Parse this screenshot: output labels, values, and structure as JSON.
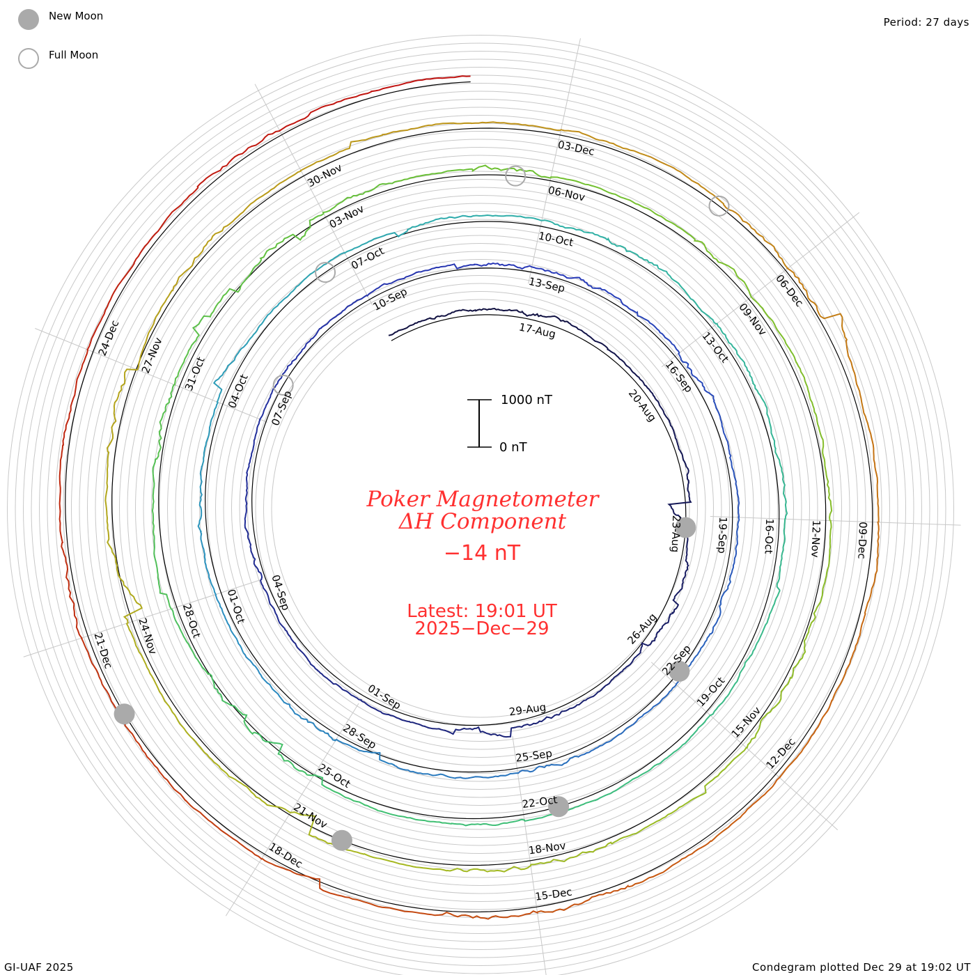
{
  "legend": {
    "new_moon": {
      "label": "New Moon",
      "color": "#aaaaaa"
    },
    "full_moon": {
      "label": "Full Moon",
      "color": "#aaaaaa"
    }
  },
  "period_label": "Period: 27 days",
  "footer_left": "GI-UAF 2025",
  "footer_right": "Condegram plotted Dec 29 at 19:02 UT",
  "chart_data": {
    "type": "line",
    "subtype": "condegram-spiral",
    "title_line1": "Poker Magnetometer",
    "title_line2": "ΔH Component",
    "current_value": "−14 nT",
    "latest_line1": "Latest: 19:01 UT",
    "latest_line2": "2025−Dec−29",
    "period_days": 27,
    "start_date": "2025-08-14",
    "end_date": "2025-12-29",
    "scale_bar": {
      "top_label": "1000 nT",
      "bottom_label": "0 nT",
      "top_value": 1000,
      "bottom_value": 0
    },
    "series_color_stops": [
      {
        "day": 0,
        "color": "#101040"
      },
      {
        "day": 27,
        "color": "#2838b8"
      },
      {
        "day": 45,
        "color": "#2a90c0"
      },
      {
        "day": 54,
        "color": "#30b0a8"
      },
      {
        "day": 68,
        "color": "#40c070"
      },
      {
        "day": 81,
        "color": "#70c030"
      },
      {
        "day": 95,
        "color": "#a8b820"
      },
      {
        "day": 108,
        "color": "#c09018"
      },
      {
        "day": 117,
        "color": "#c86010"
      },
      {
        "day": 126,
        "color": "#c03010"
      },
      {
        "day": 134,
        "color": "#c01010"
      }
    ],
    "date_labels": [
      {
        "day": 0,
        "label": "17-Aug"
      },
      {
        "day": 3,
        "label": "20-Aug"
      },
      {
        "day": 6,
        "label": "23-Aug"
      },
      {
        "day": 9,
        "label": "26-Aug"
      },
      {
        "day": 12,
        "label": "29-Aug"
      },
      {
        "day": 15,
        "label": "01-Sep"
      },
      {
        "day": 18,
        "label": "04-Sep"
      },
      {
        "day": 21,
        "label": "07-Sep"
      },
      {
        "day": 24,
        "label": "10-Sep"
      },
      {
        "day": 27,
        "label": "13-Sep"
      },
      {
        "day": 30,
        "label": "16-Sep"
      },
      {
        "day": 33,
        "label": "19-Sep"
      },
      {
        "day": 36,
        "label": "22-Sep"
      },
      {
        "day": 39,
        "label": "25-Sep"
      },
      {
        "day": 42,
        "label": "28-Sep"
      },
      {
        "day": 45,
        "label": "01-Oct"
      },
      {
        "day": 48,
        "label": "04-Oct"
      },
      {
        "day": 51,
        "label": "07-Oct"
      },
      {
        "day": 54,
        "label": "10-Oct"
      },
      {
        "day": 57,
        "label": "13-Oct"
      },
      {
        "day": 60,
        "label": "16-Oct"
      },
      {
        "day": 63,
        "label": "19-Oct"
      },
      {
        "day": 66,
        "label": "22-Oct"
      },
      {
        "day": 69,
        "label": "25-Oct"
      },
      {
        "day": 72,
        "label": "28-Oct"
      },
      {
        "day": 75,
        "label": "31-Oct"
      },
      {
        "day": 78,
        "label": "03-Nov"
      },
      {
        "day": 81,
        "label": "06-Nov"
      },
      {
        "day": 84,
        "label": "09-Nov"
      },
      {
        "day": 87,
        "label": "12-Nov"
      },
      {
        "day": 90,
        "label": "15-Nov"
      },
      {
        "day": 93,
        "label": "18-Nov"
      },
      {
        "day": 96,
        "label": "21-Nov"
      },
      {
        "day": 99,
        "label": "24-Nov"
      },
      {
        "day": 102,
        "label": "27-Nov"
      },
      {
        "day": 105,
        "label": "30-Nov"
      },
      {
        "day": 108,
        "label": "03-Dec"
      },
      {
        "day": 111,
        "label": "06-Dec"
      },
      {
        "day": 114,
        "label": "09-Dec"
      },
      {
        "day": 117,
        "label": "12-Dec"
      },
      {
        "day": 120,
        "label": "15-Dec"
      },
      {
        "day": 123,
        "label": "18-Dec"
      },
      {
        "day": 126,
        "label": "21-Dec"
      },
      {
        "day": 129,
        "label": "24-Dec"
      }
    ],
    "new_moons": [
      {
        "day": 6.25,
        "date": "2025-08-23"
      },
      {
        "day": 35.8,
        "date": "2025-09-21"
      },
      {
        "day": 65.5,
        "date": "2025-10-21"
      },
      {
        "day": 95.3,
        "date": "2025-11-20"
      },
      {
        "day": 125.1,
        "date": "2025-12-20"
      }
    ],
    "full_moons": [
      {
        "day": 21.75,
        "date": "2025-09-07"
      },
      {
        "day": 50.6,
        "date": "2025-10-07"
      },
      {
        "day": 80.55,
        "date": "2025-11-05"
      },
      {
        "day": 109.97,
        "date": "2025-12-04"
      }
    ]
  }
}
